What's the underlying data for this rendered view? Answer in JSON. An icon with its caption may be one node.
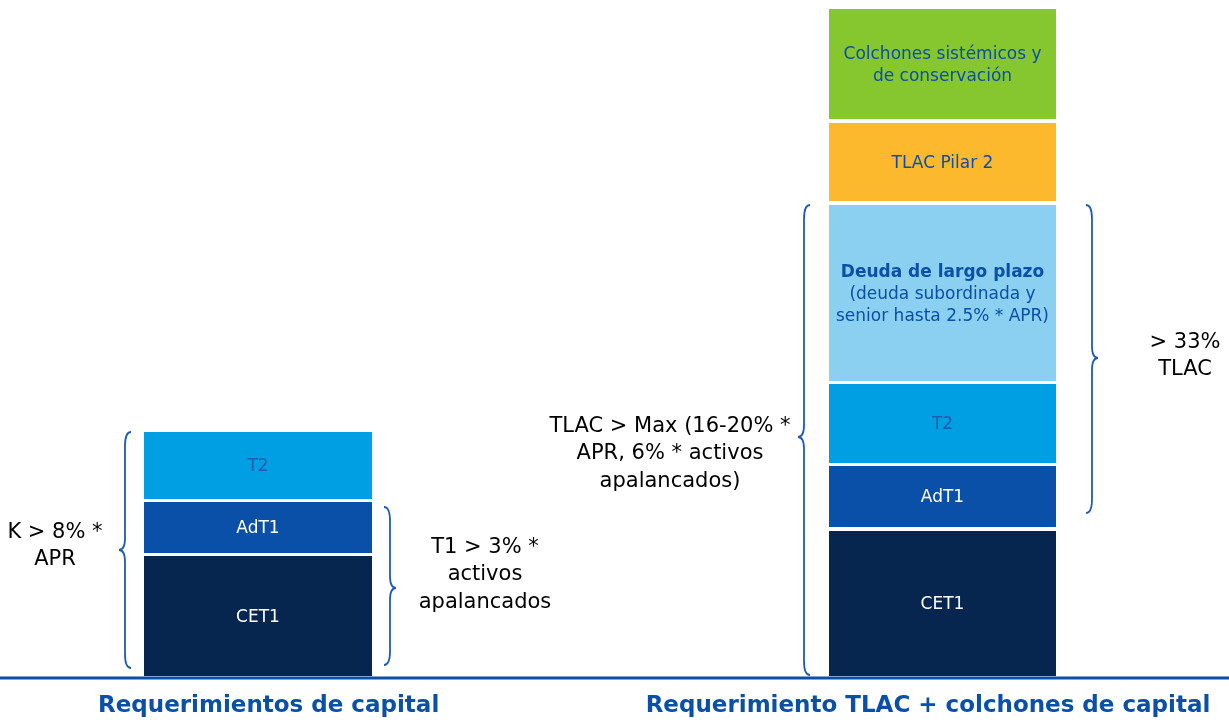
{
  "diagram": {
    "nodes": [
      {
        "text": [
          "T2"
        ]
      },
      {
        "text": [
          "AdT1"
        ]
      },
      {
        "text": [
          "CET1"
        ]
      },
      {
        "text": [
          "Colchones sistémicos y de conservación"
        ]
      },
      {
        "text": [
          "TLAC Pilar 2"
        ]
      },
      {
        "text": [
          "Deuda de largo plazo",
          "(deuda subordinada y senior hasta 2.5% * APR)"
        ]
      },
      {
        "text": [
          "T2"
        ]
      },
      {
        "text": [
          "AdT1"
        ]
      },
      {
        "text": [
          "CET1"
        ]
      }
    ],
    "labels": [
      "K > 8% * APR",
      "T1 > 3% * activos apalancados",
      "TLAC > Max (16-20% * APR, 6% * activos apalancados)",
      "> 33% TLAC",
      "Requerimientos de capital",
      "Requerimiento TLAC + colchones de capital"
    ]
  }
}
